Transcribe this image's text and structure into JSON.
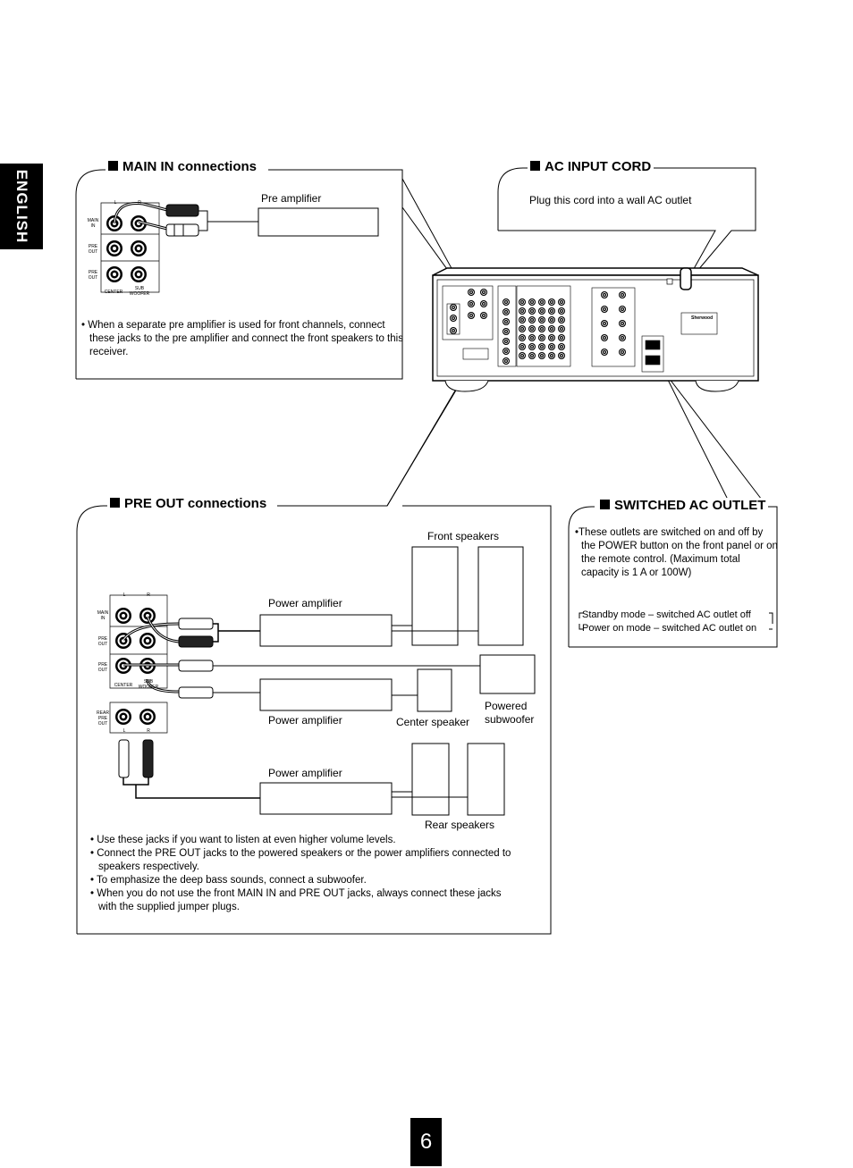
{
  "side_tab": {
    "label": "ENGLISH"
  },
  "main_in": {
    "title": "MAIN IN connections",
    "pre_amp_label": "Pre amplifier",
    "jack_labels": {
      "l": "L",
      "r": "R",
      "main_in": "MAIN IN",
      "pre_out1": "PRE OUT",
      "pre_out2": "PRE OUT",
      "center": "CENTER",
      "sub": "SUB WOOFER"
    },
    "note": "• When a separate pre amplifier is used for front channels, connect these jacks to the pre amplifier and connect the front speakers to this receiver."
  },
  "ac_input": {
    "title": "AC INPUT CORD",
    "text": "Plug this cord into a wall AC outlet"
  },
  "pre_out": {
    "title": "PRE OUT connections",
    "front_speakers": "Front speakers",
    "power_amp_1": "Power amplifier",
    "power_amp_2": "Power amplifier",
    "power_amp_3": "Power amplifier",
    "center_speaker": "Center speaker",
    "powered_sub": "Powered subwoofer",
    "rear_speakers": "Rear speakers",
    "jack_labels": {
      "l": "L",
      "r": "R",
      "main_in": "MAIN IN",
      "pre_out1": "PRE OUT",
      "pre_out2": "PRE OUT",
      "center": "CENTER",
      "sub": "SUB WOOFER",
      "rear": "REAR PRE OUT",
      "rl": "L",
      "rr": "R"
    },
    "notes": [
      "• Use these jacks if you want to listen at even higher volume levels.",
      "• Connect the PRE OUT jacks to the powered speakers or the power amplifiers connected to speakers respectively.",
      "• To emphasize the deep bass sounds, connect a subwoofer.",
      "• When you do not use the front MAIN IN and PRE OUT jacks, always connect these jacks with the supplied jumper plugs."
    ]
  },
  "switched_ac": {
    "title": "SWITCHED AC OUTLET",
    "text": "•These outlets are switched on and off by the POWER button on the front panel or on the remote control. (Maximum total capacity is 1 A or 100W)",
    "mode1": "Standby mode – switched AC outlet off",
    "mode2": "Power on mode – switched AC outlet on"
  },
  "receiver": {
    "brand": "Sherwood"
  },
  "page_number": "6"
}
